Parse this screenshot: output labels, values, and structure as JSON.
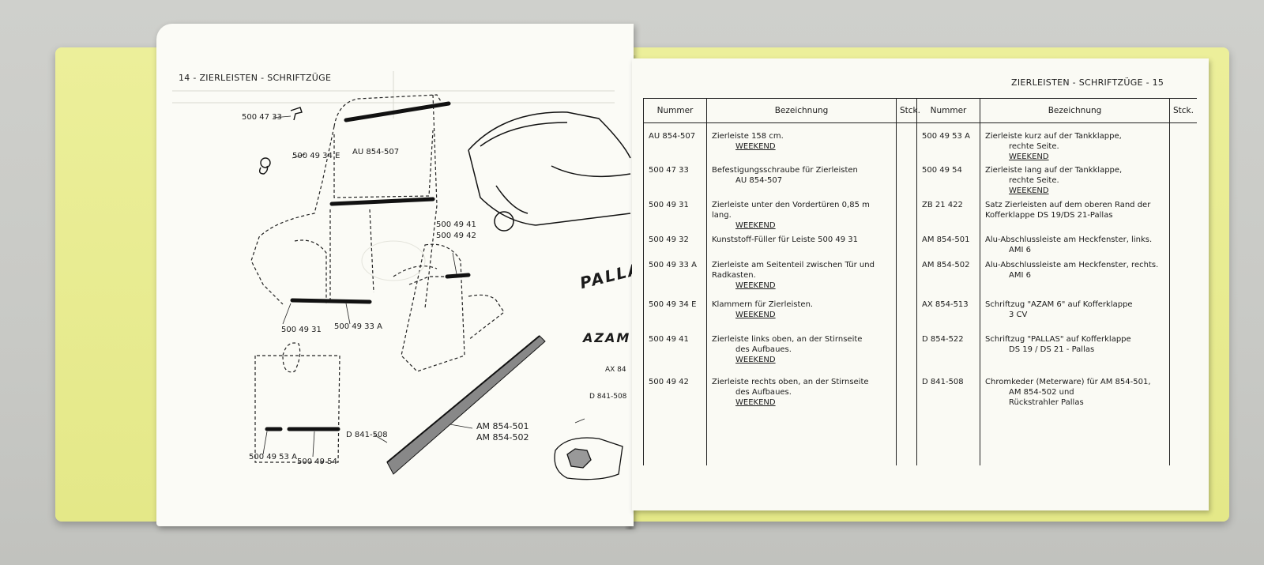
{
  "left_page": {
    "header": "14  -  ZIERLEISTEN - SCHRIFTZÜGE",
    "callouts": [
      "500 47 33",
      "500 49 34 E",
      "AU 854-507",
      "500 49 41",
      "500 49 42",
      "500 49 31",
      "500 49 33 A",
      "500 49 53 A",
      "500 49 54",
      "D  841-508",
      "AM 854-501",
      "AM 854-502",
      "D  841-508",
      "AX 84"
    ],
    "emblems": [
      "PALLAS",
      "AZAM"
    ]
  },
  "right_page": {
    "header": "ZIERLEISTEN - SCHRIFTZÜGE  -  15",
    "columns": [
      "Nummer",
      "Bezeichnung",
      "Stck.",
      "Nummer",
      "Bezeichnung",
      "Stck."
    ],
    "left_rows": [
      {
        "nummer": "AU 854-507",
        "lines": [
          "Zierleiste 158 cm."
        ],
        "sub": [
          "WEEKEND"
        ],
        "underline": "WEEKEND"
      },
      {
        "nummer": "500 47 33",
        "lines": [
          "Befestigungsschraube für Zierleisten"
        ],
        "sub": [
          "AU 854-507"
        ],
        "underline": ""
      },
      {
        "nummer": "500 49 31",
        "lines": [
          "Zierleiste unter den Vordertüren 0,85 m lang."
        ],
        "sub": [
          "WEEKEND"
        ],
        "underline": "WEEKEND"
      },
      {
        "nummer": "500 49 32",
        "lines": [
          "Kunststoff-Füller für Leiste 500 49 31"
        ],
        "sub": [],
        "underline": ""
      },
      {
        "nummer": "500 49 33 A",
        "lines": [
          "Zierleiste am Seitenteil zwischen Tür und",
          "Radkasten."
        ],
        "sub": [
          "WEEKEND"
        ],
        "underline": "WEEKEND"
      },
      {
        "nummer": "500 49 34 E",
        "lines": [
          "Klammern für Zierleisten."
        ],
        "sub": [
          "WEEKEND"
        ],
        "underline": "WEEKEND"
      },
      {
        "nummer": "500 49 41",
        "lines": [
          "Zierleiste links oben, an der Stirnseite"
        ],
        "sub": [
          "des Aufbaues.",
          "WEEKEND"
        ],
        "underline": "WEEKEND"
      },
      {
        "nummer": "500 49 42",
        "lines": [
          "Zierleiste rechts oben, an der Stirnseite"
        ],
        "sub": [
          "des Aufbaues.",
          "WEEKEND"
        ],
        "underline": "WEEKEND"
      }
    ],
    "right_rows": [
      {
        "nummer": "500 49 53 A",
        "lines": [
          "Zierleiste kurz auf der Tankklappe,"
        ],
        "sub": [
          "rechte Seite.",
          "WEEKEND"
        ],
        "underline": "WEEKEND"
      },
      {
        "nummer": "500 49 54",
        "lines": [
          "Zierleiste lang auf der Tankklappe,"
        ],
        "sub": [
          "rechte Seite.",
          "WEEKEND"
        ],
        "underline": "WEEKEND"
      },
      {
        "nummer": "ZB 21 422",
        "lines": [
          "Satz Zierleisten auf dem oberen Rand der",
          "Kofferklappe DS 19/DS 21-Pallas"
        ],
        "sub": [],
        "underline": ""
      },
      {
        "nummer": "AM 854-501",
        "lines": [
          "Alu-Abschlussleiste am Heckfenster, links."
        ],
        "sub": [
          "AMI 6"
        ],
        "underline": ""
      },
      {
        "nummer": "AM 854-502",
        "lines": [
          "Alu-Abschlussleiste am Heckfenster, rechts."
        ],
        "sub": [
          "AMI 6"
        ],
        "underline": ""
      },
      {
        "nummer": "AX 854-513",
        "lines": [
          "Schriftzug  \"AZAM 6\" auf Kofferklappe"
        ],
        "sub": [
          "3 CV"
        ],
        "underline": ""
      },
      {
        "nummer": "D 854-522",
        "lines": [
          "Schriftzug  \"PALLAS\"  auf Kofferklappe"
        ],
        "sub": [
          "DS 19 / DS 21 - Pallas"
        ],
        "underline": ""
      },
      {
        "nummer": "D 841-508",
        "lines": [
          "Chromkeder (Meterware) für AM 854-501,"
        ],
        "sub": [
          "AM 854-502 und",
          "Rückstrahler Pallas"
        ],
        "underline": ""
      }
    ]
  }
}
